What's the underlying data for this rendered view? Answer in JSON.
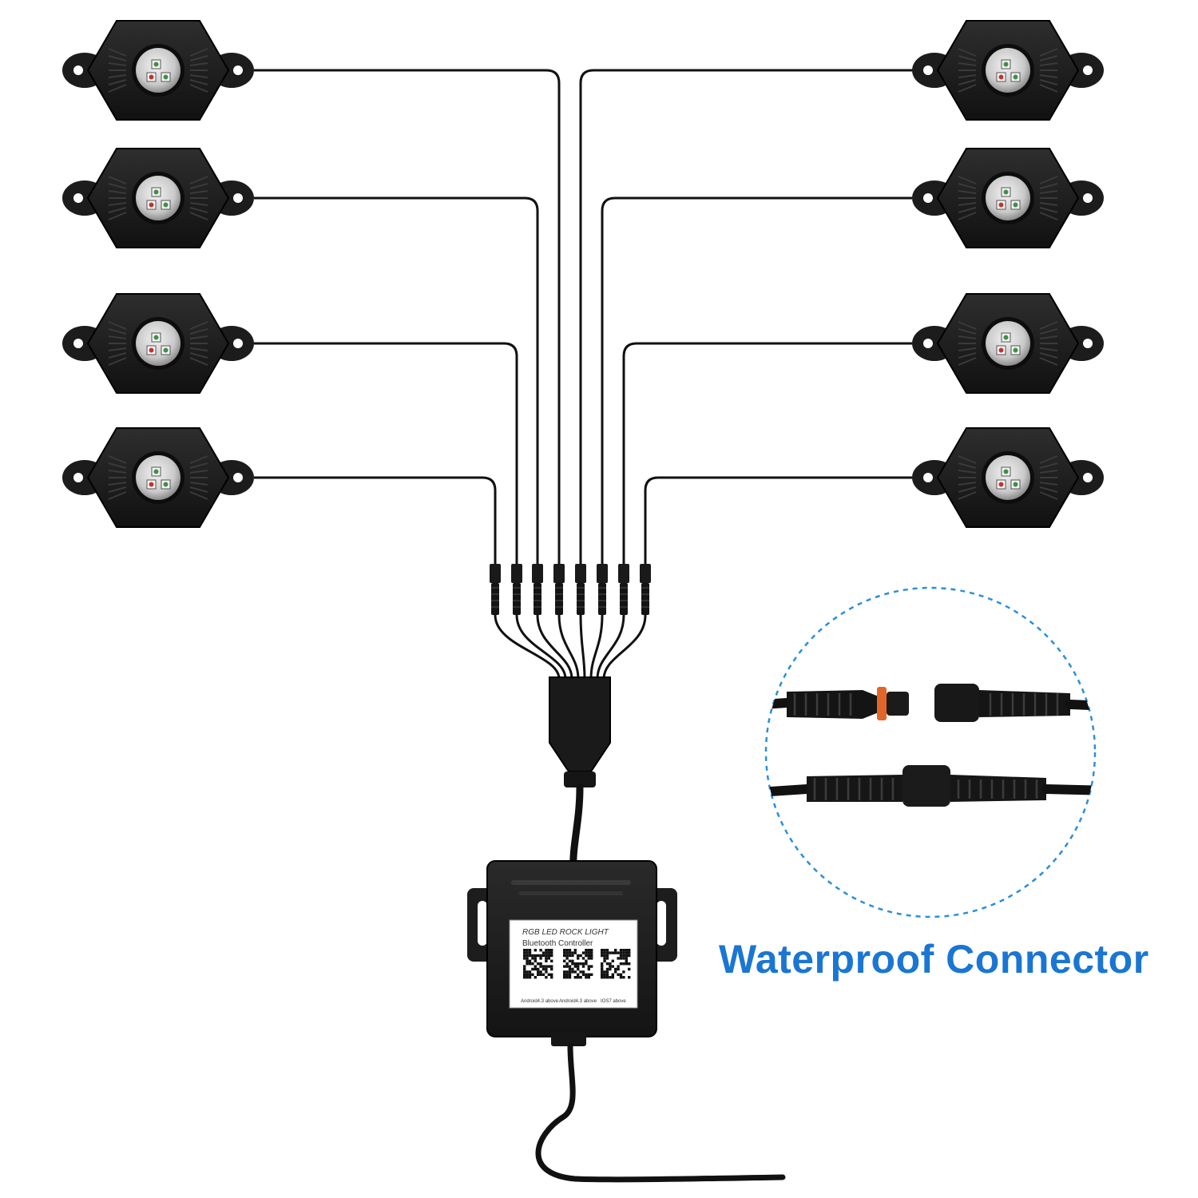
{
  "caption": {
    "text": "Waterproof Connector",
    "color": "#1a76d2"
  },
  "controller_label": {
    "line1": "RGB LED ROCK LIGHT",
    "line2": "Bluetooth Controller",
    "qr_captions": [
      "Android4.3 above",
      "Android4.3 above",
      "IOS7 above"
    ]
  },
  "colors": {
    "background": "#ffffff",
    "housing": "#1c1c1c",
    "cable": "#111111",
    "dashed_circle": "#2b8fd6",
    "connector_ring": "#e0662a",
    "led_red": "#c0342e",
    "led_green": "#3f8f4a"
  },
  "lights": {
    "count": 8,
    "icon": "rock-light-pod-icon"
  },
  "connector_detail": {
    "icon": "waterproof-connector-icon"
  }
}
